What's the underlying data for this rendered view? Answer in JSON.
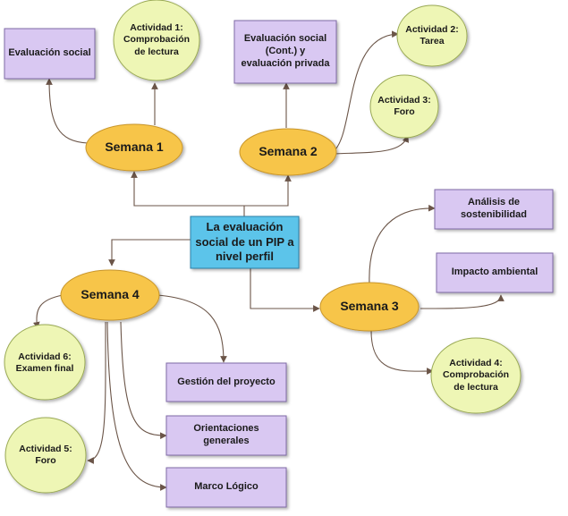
{
  "diagram": {
    "center": "La evaluación\nsocial de un PIP a\nnivel perfil",
    "weeks": {
      "w1": "Semana 1",
      "w2": "Semana 2",
      "w3": "Semana 3",
      "w4": "Semana 4"
    },
    "boxes": {
      "social": "Evaluación social",
      "social_cont": "Evaluación social\n(Cont.) y\nevaluación privada",
      "analisis": "Análisis de\nsostenibilidad",
      "impacto": "Impacto ambiental",
      "gestion": "Gestión del proyecto",
      "orientaciones": "Orientaciones\ngenerales",
      "marco": "Marco Lógico"
    },
    "activities": {
      "a1": "Actividad 1:\nComprobación\nde lectura",
      "a2": "Actividad 2:\nTarea",
      "a3": "Actividad 3:\nForo",
      "a4": "Actividad 4:\nComprobación\nde lectura",
      "a5": "Actividad 5:\nForo",
      "a6": "Actividad 6:\nExamen final"
    }
  },
  "colors": {
    "box_fill": "#d9c8f2",
    "box_border": "#7f6aa6",
    "week_fill": "#f7c54a",
    "week_border": "#c9962a",
    "activity_fill": "#eef6b5",
    "activity_border": "#9aaa55",
    "center_fill": "#5cc4ea",
    "center_border": "#2a7fa8",
    "connector": "#6b5548"
  }
}
